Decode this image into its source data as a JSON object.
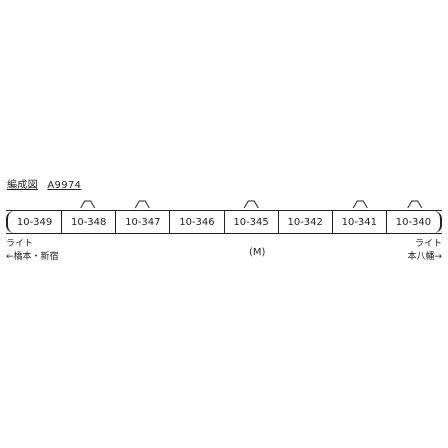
{
  "title": {
    "label": "編成図",
    "code": "A9974"
  },
  "cars": [
    "10-349",
    "10-348",
    "10-347",
    "10-346",
    "10-345",
    "10-342",
    "10-341",
    "10-340"
  ],
  "motor_label": "(M)",
  "left_notes": {
    "light": "ライト",
    "direction": "←橋本・新宿"
  },
  "right_notes": {
    "light": "ライト",
    "direction": "本八幡→"
  },
  "pantograph_cars": [
    1,
    2,
    4,
    6,
    7
  ]
}
